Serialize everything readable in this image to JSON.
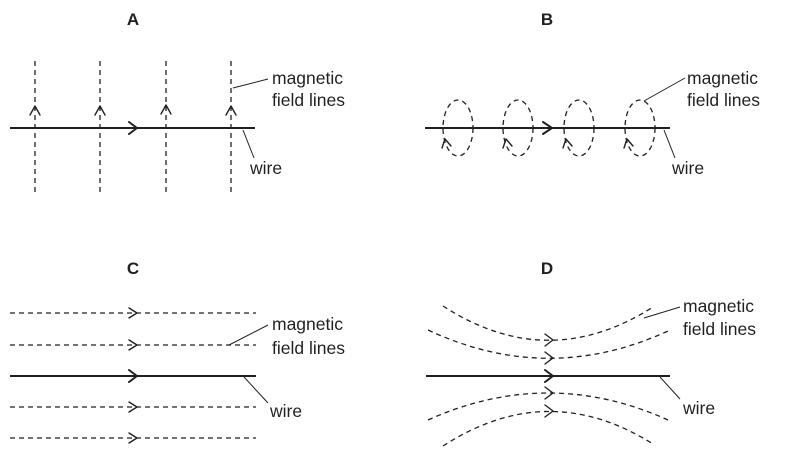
{
  "diagram": {
    "description": "Four options showing magnetic field lines around a current-carrying wire",
    "colors": {
      "ink": "#231f20",
      "background": "#ffffff"
    },
    "panels": [
      {
        "id": "A",
        "title": "A",
        "field_pattern": "straight lines perpendicular to wire, pointing up",
        "field_line_count": 4,
        "labels": {
          "field": [
            "magnetic",
            "field lines"
          ],
          "wire": "wire"
        }
      },
      {
        "id": "B",
        "title": "B",
        "field_pattern": "circular loops around the wire",
        "field_line_count": 4,
        "labels": {
          "field": [
            "magnetic",
            "field lines"
          ],
          "wire": "wire"
        }
      },
      {
        "id": "C",
        "title": "C",
        "field_pattern": "straight lines parallel to wire, same direction as current",
        "field_line_count": 4,
        "labels": {
          "field": [
            "magnetic",
            "field lines"
          ],
          "wire": "wire"
        }
      },
      {
        "id": "D",
        "title": "D",
        "field_pattern": "curved lines bending toward wire, same direction as current",
        "field_line_count": 4,
        "labels": {
          "field": [
            "magnetic",
            "field lines"
          ],
          "wire": "wire"
        }
      }
    ]
  }
}
